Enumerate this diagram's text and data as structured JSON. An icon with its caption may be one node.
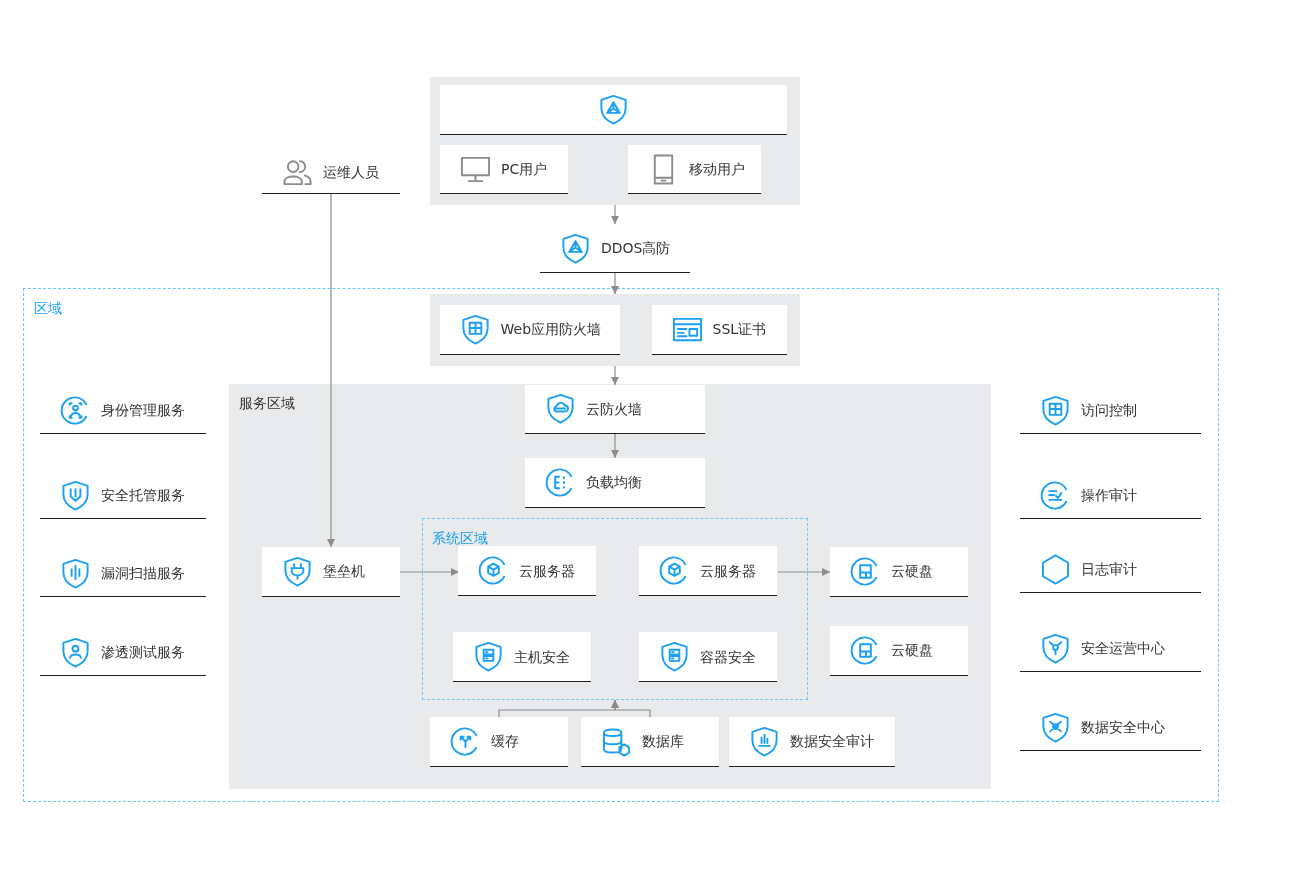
{
  "diagram": {
    "nodes": [
      {
        "text": [],
        "shape": "box"
      },
      {
        "text": [],
        "shape": "box",
        "in": 0
      },
      {
        "text": [
          "PC用户"
        ],
        "in": 0
      },
      {
        "text": [
          "移动用户"
        ],
        "in": 0
      },
      {
        "text": [
          "运维人员"
        ]
      },
      {
        "text": [
          "DDOS高防"
        ]
      },
      {
        "text": [
          "区域"
        ]
      },
      {
        "text": [],
        "shape": "box",
        "in": 6
      },
      {
        "text": [
          "Web应用防火墙"
        ],
        "in": 7
      },
      {
        "text": [
          "SSL证书"
        ],
        "in": 7
      },
      {
        "text": [
          "身份管理服务"
        ],
        "in": 6
      },
      {
        "text": [
          "安全托管服务"
        ],
        "in": 6
      },
      {
        "text": [
          "漏洞扫描服务"
        ],
        "in": 6
      },
      {
        "text": [
          "渗透测试服务"
        ],
        "in": 6
      },
      {
        "text": [
          "服务区域"
        ],
        "in": 6
      },
      {
        "text": [
          "云防火墙"
        ],
        "in": 14
      },
      {
        "text": [
          "负载均衡"
        ],
        "in": 14
      },
      {
        "text": [
          "堡垒机"
        ],
        "in": 14
      },
      {
        "text": [
          "系统区域"
        ],
        "in": 14
      },
      {
        "text": [
          "云服务器"
        ],
        "in": 18
      },
      {
        "text": [
          "云服务器"
        ],
        "in": 18
      },
      {
        "text": [
          "主机安全"
        ],
        "in": 18
      },
      {
        "text": [
          "容器安全"
        ],
        "in": 18
      },
      {
        "text": [
          "云硬盘"
        ],
        "in": 14
      },
      {
        "text": [
          "云硬盘"
        ],
        "in": 14
      },
      {
        "text": [
          "缓存"
        ],
        "in": 14
      },
      {
        "text": [
          "数据库"
        ],
        "in": 14
      },
      {
        "text": [
          "数据安全审计"
        ],
        "in": 14
      },
      {
        "text": [
          "访问控制"
        ],
        "in": 6
      },
      {
        "text": [
          "操作审计"
        ],
        "in": 6
      },
      {
        "text": [
          "日志审计"
        ],
        "in": 6
      },
      {
        "text": [
          "安全运营中心"
        ],
        "in": 6
      },
      {
        "text": [
          "数据安全中心"
        ],
        "in": 6
      }
    ],
    "edges": [
      {
        "from": 0,
        "to": 5,
        "arrow": "to"
      },
      {
        "from": 5,
        "to": 7,
        "arrow": "to"
      },
      {
        "from": 7,
        "to": 15,
        "arrow": "to"
      },
      {
        "from": 15,
        "to": 16,
        "arrow": "to"
      },
      {
        "from": 4,
        "to": 17,
        "arrow": "to"
      },
      {
        "from": 17,
        "to": 19,
        "arrow": "to"
      },
      {
        "from": 20,
        "to": 23,
        "arrow": "to"
      },
      {
        "from": 25,
        "to": 18,
        "arrow": "to"
      },
      {
        "from": 26,
        "to": 18,
        "arrow": "to"
      }
    ]
  }
}
